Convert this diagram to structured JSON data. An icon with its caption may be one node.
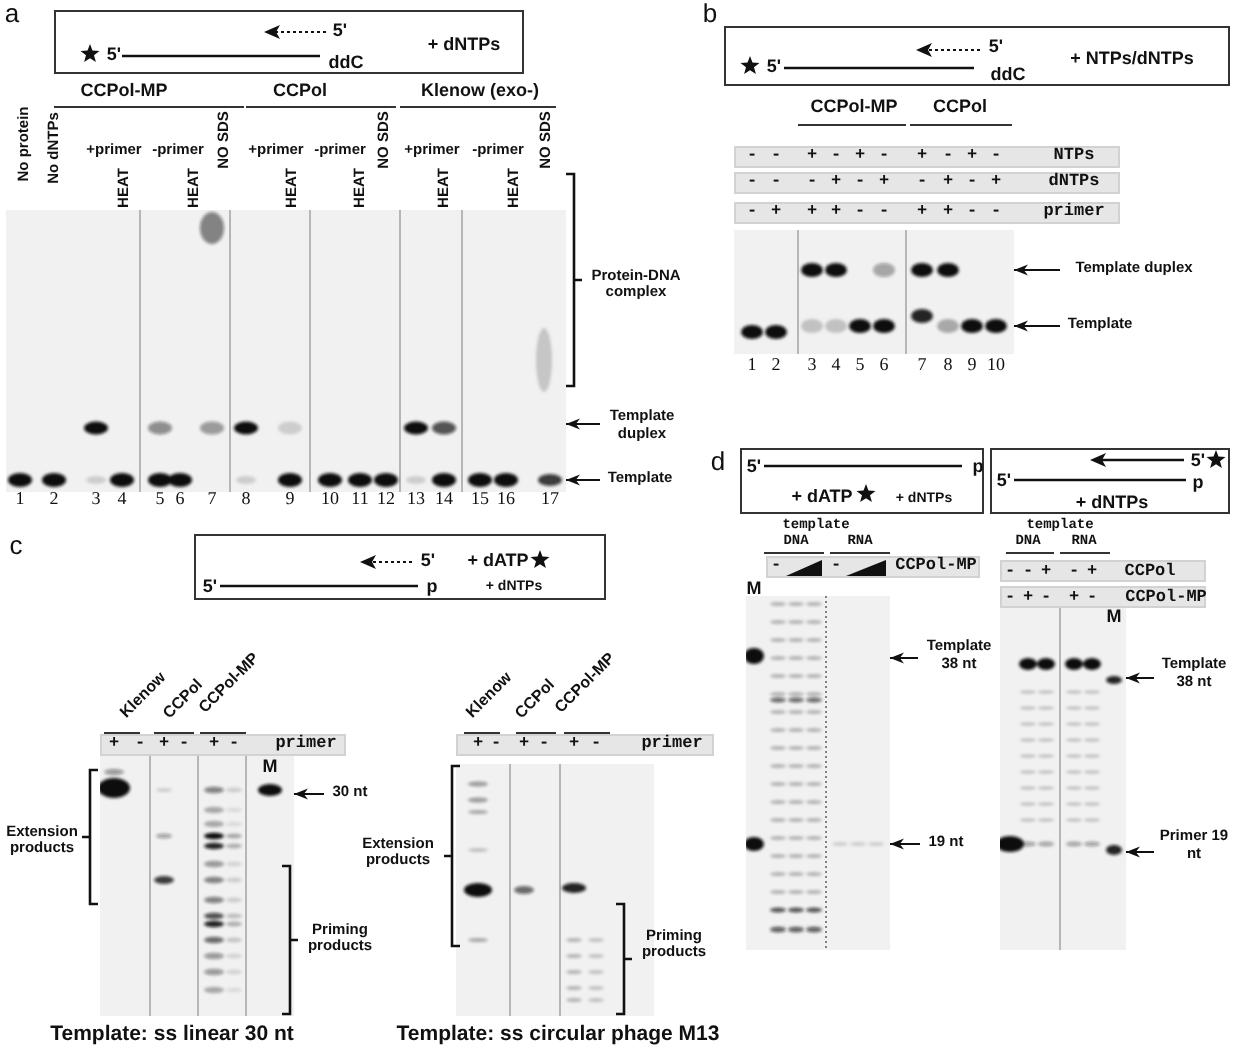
{
  "diagram": {
    "nodes": [
      {
        "text": [
          "5'",
          "5'",
          "ddC",
          "+ dNTPs"
        ]
      },
      {
        "text": [
          "Template duplex"
        ]
      },
      {
        "text": [
          "Template"
        ]
      },
      {
        "text": [
          "5'",
          "5'",
          "ddC",
          "+ NTPs/dNTPs"
        ]
      },
      {
        "text": [
          "Template duplex"
        ]
      },
      {
        "text": [
          "Template"
        ]
      },
      {
        "text": [
          "5'",
          "+ dATP",
          "5'",
          "p",
          "+ dNTPs"
        ]
      },
      {
        "text": [
          "30 nt"
        ]
      },
      {
        "text": [
          "5'",
          "p",
          "+ dATP",
          "+ dNTPs"
        ]
      },
      {
        "text": [
          "5'",
          "5'",
          "p",
          "+ dNTPs"
        ]
      },
      {
        "text": [
          "Template 38 nt"
        ]
      },
      {
        "text": [
          "19 nt"
        ]
      },
      {
        "text": [
          "Template 38 nt"
        ]
      },
      {
        "text": [
          "Primer 19 nt"
        ]
      },
      {
        "text": [],
        "shape": "picture"
      },
      {
        "text": [],
        "shape": "picture"
      },
      {
        "text": [],
        "shape": "picture"
      },
      {
        "text": [],
        "shape": "picture"
      },
      {
        "text": [],
        "shape": "picture"
      },
      {
        "text": [],
        "shape": "picture"
      }
    ],
    "edges": [
      {
        "from": 1,
        "to": 14,
        "arrow": "to"
      },
      {
        "from": 2,
        "to": 14,
        "arrow": "to"
      },
      {
        "from": 4,
        "to": 15,
        "arrow": "to"
      },
      {
        "from": 5,
        "to": 15,
        "arrow": "to"
      },
      {
        "from": 7,
        "to": 16,
        "arrow": "to"
      },
      {
        "from": 10,
        "to": 18,
        "arrow": "to"
      },
      {
        "from": 11,
        "to": 18,
        "arrow": "to"
      },
      {
        "from": 12,
        "to": 19,
        "arrow": "to"
      },
      {
        "from": 13,
        "to": 19,
        "arrow": "to"
      }
    ],
    "labels": [
      "a",
      "CCPol-MP",
      "CCPol",
      "Klenow (exo-)",
      "No protein",
      "No dNTPs",
      "+primer",
      "-primer",
      "NO SDS",
      "+primer",
      "-primer",
      "NO SDS",
      "+primer",
      "-primer",
      "NO SDS",
      "HEAT",
      "HEAT",
      "HEAT",
      "HEAT",
      "HEAT",
      "HEAT",
      "1",
      "2",
      "3",
      "4",
      "5",
      "6",
      "7",
      "8",
      "9",
      "10",
      "11",
      "12",
      "13",
      "14",
      "15",
      "16",
      "17",
      "Protein-DNA complex",
      "b",
      "CCPol-MP",
      "CCPol",
      "-",
      "-",
      "+",
      "-",
      "+",
      "-",
      "+",
      "-",
      "+",
      "-",
      "NTPs",
      "-",
      "-",
      "-",
      "+",
      "-",
      "+",
      "-",
      "+",
      "-",
      "+",
      "dNTPs",
      "-",
      "+",
      "+",
      "+",
      "-",
      "-",
      "+",
      "+",
      "-",
      "-",
      "primer",
      "1",
      "2",
      "3",
      "4",
      "5",
      "6",
      "7",
      "8",
      "9",
      "10",
      "c",
      "Klenow",
      "CCPol",
      "CCPol-MP",
      "+",
      "-",
      "+",
      "-",
      "+",
      "-",
      "primer",
      "M",
      "Extension products",
      "Priming products",
      "Template: ss linear 30 nt",
      "Klenow",
      "CCPol",
      "CCPol-MP",
      "+",
      "-",
      "+",
      "-",
      "+",
      "-",
      "primer",
      "Extension products",
      "Priming products",
      "Template: ss circular phage M13",
      "d",
      "template",
      "DNA",
      "RNA",
      "-",
      "-",
      "CCPol-MP",
      "M",
      "template",
      "DNA",
      "RNA",
      "-",
      "-",
      "+",
      "-",
      "+",
      "CCPol",
      "-",
      "+",
      "-",
      "+",
      "-",
      "CCPol-MP",
      "M"
    ]
  }
}
